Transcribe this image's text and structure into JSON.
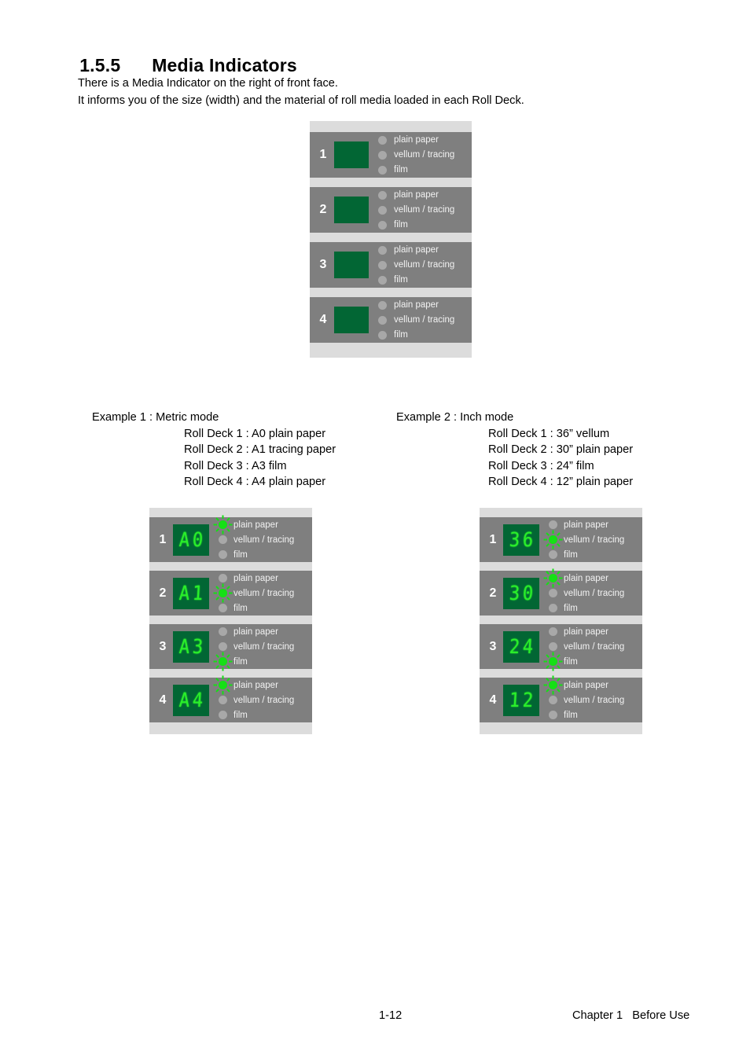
{
  "heading": {
    "number": "1.5.5",
    "title": "Media Indicators"
  },
  "intro": {
    "line1": "There is a Media Indicator on the right of front face.",
    "line2": "It informs you of the size (width) and the material of roll media loaded in each Roll Deck."
  },
  "media_options": {
    "plain_paper": "plain paper",
    "vellum_tracing": "vellum / tracing",
    "film": "film"
  },
  "colors": {
    "frame": "#dcdcdc",
    "deck": "#7f7f7f",
    "display_bg": "#026634",
    "led_on": "#15e015",
    "led_off": "#a8a8a8",
    "digit": "#2aee2a",
    "label": "#f2f2f2"
  },
  "figure_blank": {
    "decks": [
      {
        "num": "1",
        "display": "",
        "lit": -1
      },
      {
        "num": "2",
        "display": "",
        "lit": -1
      },
      {
        "num": "3",
        "display": "",
        "lit": -1
      },
      {
        "num": "4",
        "display": "",
        "lit": -1
      }
    ]
  },
  "example1": {
    "title": "Example 1 : Metric mode",
    "lines": [
      "Roll Deck 1 : A0 plain paper",
      "Roll Deck 2 : A1 tracing paper",
      "Roll Deck 3 : A3 film",
      "Roll Deck 4 : A4 plain paper"
    ],
    "decks": [
      {
        "num": "1",
        "d1": "A",
        "d2": "0",
        "lit": 0
      },
      {
        "num": "2",
        "d1": "A",
        "d2": "1",
        "lit": 1
      },
      {
        "num": "3",
        "d1": "A",
        "d2": "3",
        "lit": 2
      },
      {
        "num": "4",
        "d1": "A",
        "d2": "4",
        "lit": 0
      }
    ]
  },
  "example2": {
    "title": "Example 2 : Inch mode",
    "lines": [
      "Roll Deck 1 : 36” vellum",
      "Roll Deck 2 : 30” plain paper",
      "Roll Deck 3 : 24” film",
      "Roll Deck 4 : 12” plain paper"
    ],
    "decks": [
      {
        "num": "1",
        "d1": "3",
        "d2": "6",
        "lit": 1
      },
      {
        "num": "2",
        "d1": "3",
        "d2": "0",
        "lit": 0
      },
      {
        "num": "3",
        "d1": "2",
        "d2": "4",
        "lit": 2
      },
      {
        "num": "4",
        "d1": "1",
        "d2": "2",
        "lit": 0
      }
    ]
  },
  "footer": {
    "page": "1-12",
    "chapter": "Chapter 1   Before Use"
  }
}
